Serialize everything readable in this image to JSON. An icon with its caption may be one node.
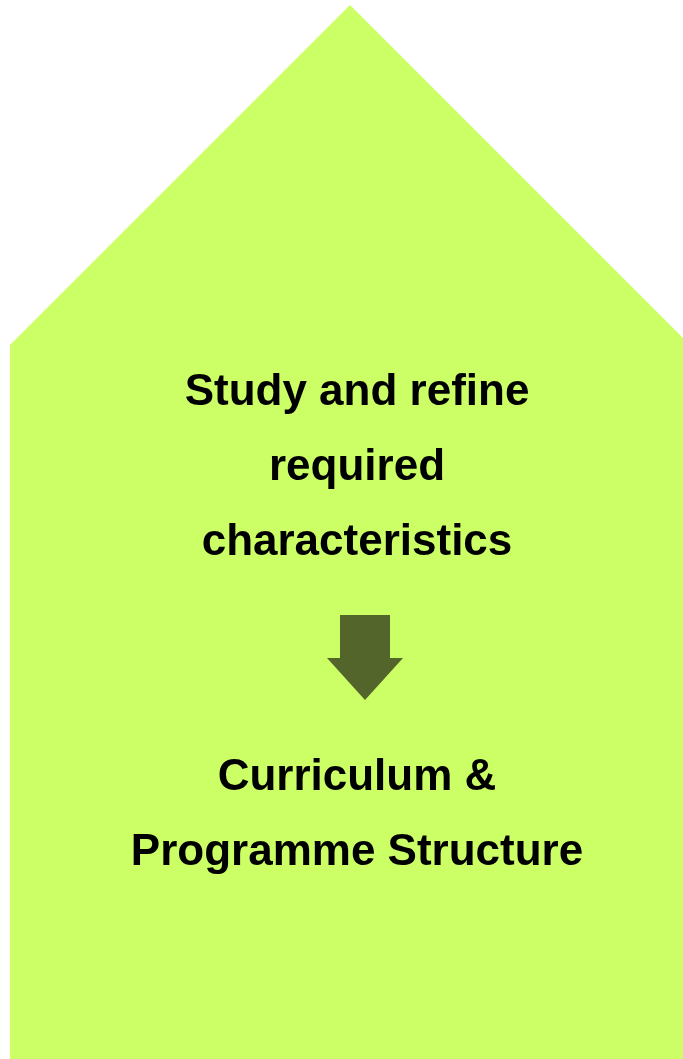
{
  "diagram": {
    "nodes": [
      {
        "text": [],
        "shape": "pentagon"
      },
      {
        "text": [
          "Study and refine required characteristics"
        ],
        "in": 0
      },
      {
        "text": [
          "Curriculum & Programme Structure"
        ],
        "in": 0
      }
    ],
    "edges": [
      {
        "from": 1,
        "to": 2,
        "arrow": "to",
        "style": "thick",
        "color": "#53652a"
      }
    ]
  }
}
